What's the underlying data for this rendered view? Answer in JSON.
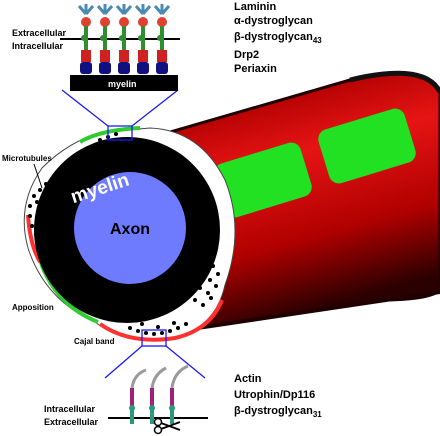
{
  "labels": {
    "extracellular_top": "Extracellular",
    "intracellular_top": "Intracellular",
    "myelin_bar": "myelin",
    "laminin": "Laminin",
    "alpha_dystroglycan": "α-dystroglycan",
    "beta_dystroglycan_43": "β-dystroglycan",
    "beta_dystroglycan_43_sub": "43",
    "drp2": "Drp2",
    "periaxin": "Periaxin",
    "microtubules": "Microtubules",
    "myelin_ring": "myelin",
    "axon": "Axon",
    "apposition": "Apposition",
    "cajal_band": "Cajal band",
    "actin": "Actin",
    "utrophin": "Utrophin/Dp116",
    "beta_dystroglycan_31": "β-dystroglycan",
    "beta_dystroglycan_31_sub": "31",
    "intracellular_bottom": "Intracellular",
    "extracellular_bottom": "Extracellular"
  },
  "colors": {
    "myelin": "#000000",
    "axon": "#6f7bff",
    "tube_red": "#e01010",
    "tube_dark": "#3a0000",
    "node_green": "#22e022",
    "apposition_green": "#2ecc2e",
    "cajal_red": "#ff3030",
    "connector_blue": "#1a1aff",
    "laminin_blue": "#4a8ab0",
    "alpha_dg": "#e04030",
    "beta_dg": "#2f8f2f",
    "drp2_red": "#d02020",
    "periaxin_navy": "#101080",
    "actin_gray": "#9a9a9a",
    "utrophin_purple": "#a0207a",
    "beta31_teal": "#2a9a7a"
  },
  "icons": [
    "scissors-icon"
  ]
}
